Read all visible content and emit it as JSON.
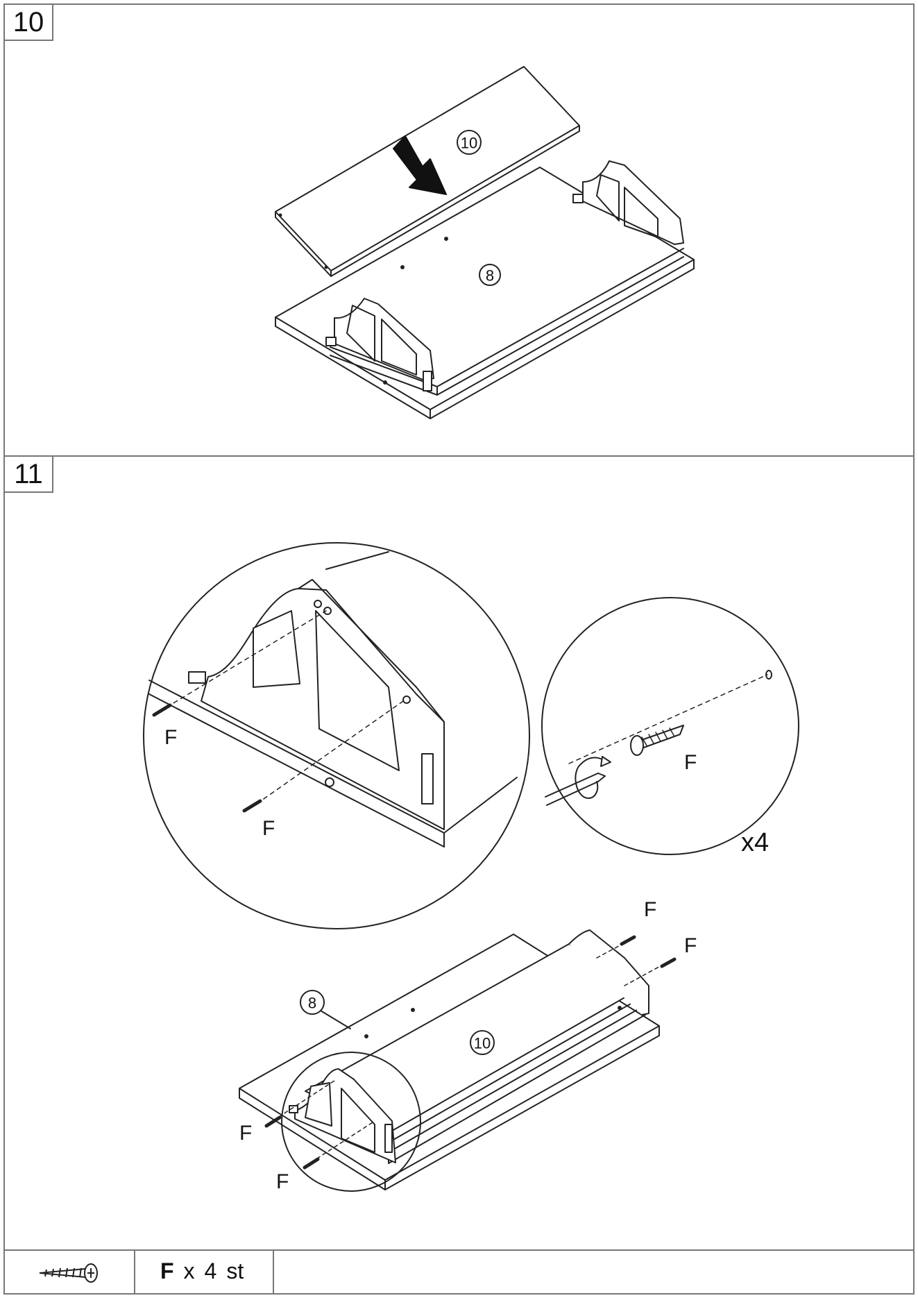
{
  "steps": [
    {
      "number": "10"
    },
    {
      "number": "11"
    }
  ],
  "parts": {
    "panel_10": "10",
    "panel_8": "8"
  },
  "screw_label": "F",
  "detail_multiplier": "x4",
  "legend": {
    "icon": "screw-icon",
    "letter": "F",
    "times": "x",
    "count": "4",
    "unit": "st"
  }
}
